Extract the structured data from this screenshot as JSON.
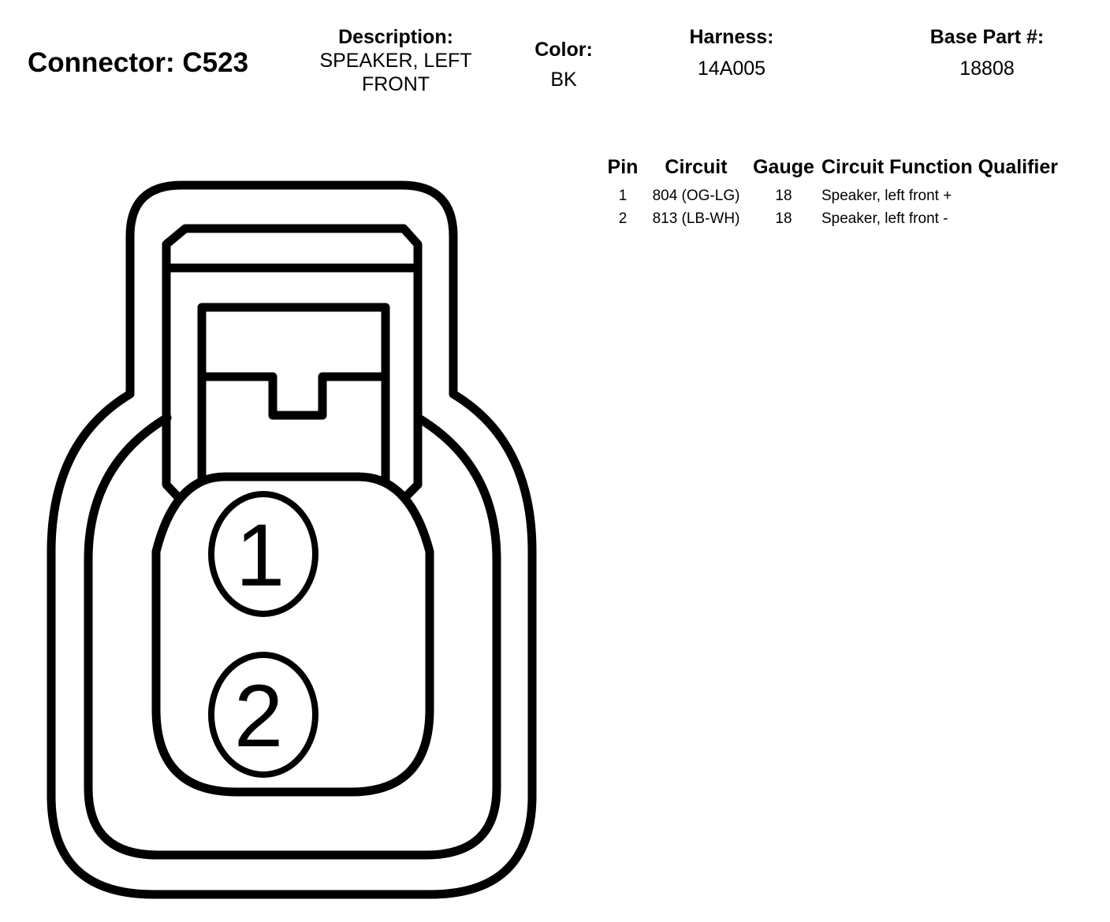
{
  "connector": {
    "title": "Connector: C523"
  },
  "header": {
    "description_label": "Description:",
    "description_line1": "SPEAKER, LEFT",
    "description_line2": "FRONT",
    "color_label": "Color:",
    "color_value": "BK",
    "harness_label": "Harness:",
    "harness_value": "14A005",
    "base_part_label": "Base Part #:",
    "base_part_value": "18808"
  },
  "pin_table": {
    "headers": [
      "Pin",
      "Circuit",
      "Gauge",
      "Circuit Function Qualifier"
    ],
    "rows": [
      {
        "pin": "1",
        "circuit": "804 (OG-LG)",
        "gauge": "18",
        "function": "Speaker, left front +"
      },
      {
        "pin": "2",
        "circuit": "813 (LB-WH)",
        "gauge": "18",
        "function": "Speaker, left front -"
      }
    ]
  },
  "diagram": {
    "pin_labels": [
      "1",
      "2"
    ],
    "stroke_color": "#000000",
    "fill_color": "#ffffff"
  }
}
